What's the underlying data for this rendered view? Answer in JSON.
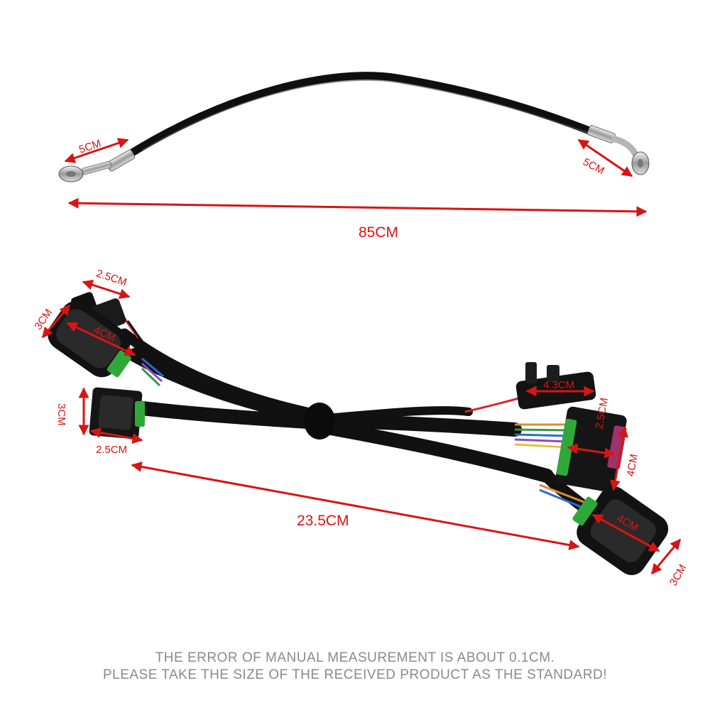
{
  "brake_line": {
    "fitting_left_label": "5CM",
    "fitting_right_label": "5CM",
    "total_length_label": "85CM"
  },
  "harness": {
    "small_connector_width_label": "2.5CM",
    "large_connector_height_label": "3CM",
    "large_connector_width_label": "4CM",
    "mid_connector_height_label": "3CM",
    "mid_connector_width_label": "2.5CM",
    "total_length_label": "23.5CM",
    "right_small_connector_label": "4.3CM",
    "right_square_connector_width_label": "2.5CM",
    "right_square_connector_height_label": "4CM",
    "right_large_connector_width_label": "4CM",
    "right_large_connector_height_label": "3CM"
  },
  "footer": {
    "line1": "THE ERROR OF MANUAL MEASUREMENT IS ABOUT 0.1CM.",
    "line2": "PLEASE TAKE THE SIZE OF THE RECEIVED PRODUCT AS THE STANDARD!"
  },
  "colors": {
    "dimension": "#d81414",
    "cable": "#111111",
    "note_text": "#8a8a8a"
  }
}
